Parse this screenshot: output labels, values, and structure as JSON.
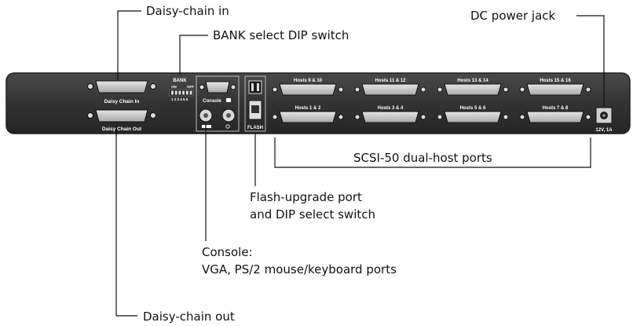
{
  "callouts": {
    "daisy_chain_in": "Daisy-chain in",
    "bank_dip": "BANK select DIP switch",
    "dc_jack": "DC power jack",
    "scsi_ports": "SCSI-50 dual-host ports",
    "flash_line1": "Flash-upgrade port",
    "flash_line2": "and DIP select switch",
    "console_line1": "Console:",
    "console_line2": "VGA, PS/2 mouse/keyboard ports",
    "daisy_chain_out": "Daisy-chain out"
  },
  "panel_labels": {
    "daisy_in": "Daisy Chain In",
    "daisy_out": "Daisy Chain Out",
    "bank": "BANK",
    "dip_on": "ON",
    "dip_off": "OFF",
    "dip_numbers": "1 2 3 4 5 6",
    "console": "Console",
    "flash": "FLASH",
    "power": "12V, 1A"
  },
  "ports_top": [
    "Hosts 9 & 10",
    "Hosts 11 & 12",
    "Hosts 13 & 14",
    "Hosts 15 & 16"
  ],
  "ports_bottom": [
    "Hosts 1 & 2",
    "Hosts 3 & 4",
    "Hosts 5 & 6",
    "Hosts 7 & 8"
  ],
  "colors": {
    "panel": "#3a3a3a",
    "panel_edge": "#1e1e1e",
    "connector": "#c8c8c8",
    "line": "#111111"
  }
}
